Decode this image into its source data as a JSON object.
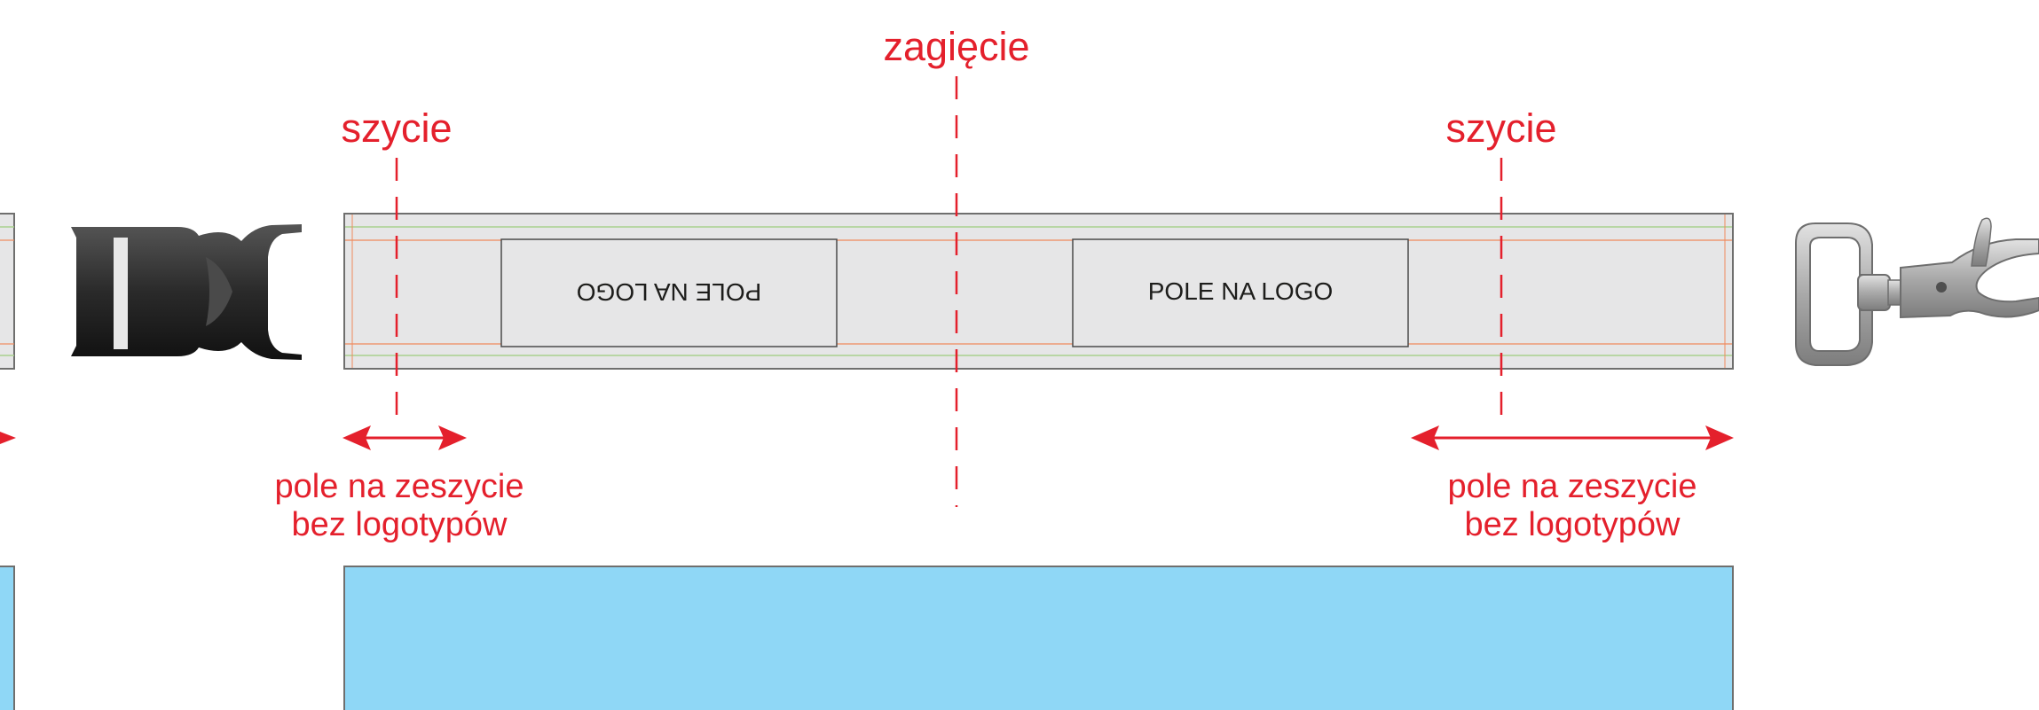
{
  "labels": {
    "fold": "zagięcie",
    "sewing_left": "szycie",
    "sewing_right": "szycie",
    "sewing_area_left": [
      "pole na zeszycie",
      "bez logotypów"
    ],
    "sewing_area_right": [
      "pole na zeszycie",
      "bez logotypów"
    ]
  },
  "logo_fields": {
    "left_upside_down": "POLE NA LOGO",
    "right": "POLE NA LOGO"
  },
  "colors": {
    "annotation_red": "#e4202c",
    "strap_fill": "#e6e6e7",
    "strap_border": "#6f6f6e",
    "safe_line_green": "#a8d08d",
    "bleed_line_orange": "#f08a5d",
    "lower_strap_fill": "#8fd7f6",
    "buckle": "#2b2b2b",
    "carabiner": "#b5b5b5"
  },
  "icons": [
    "side-release-buckle-icon",
    "swivel-carabiner-hook-icon"
  ]
}
